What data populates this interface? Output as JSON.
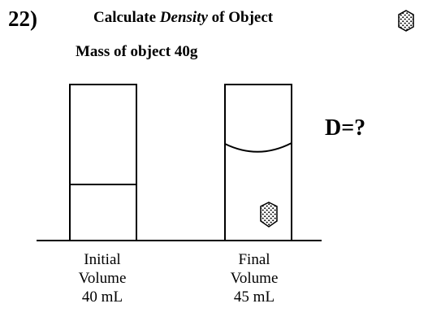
{
  "question": {
    "number": "22)",
    "title_prefix": "Calculate",
    "title_emphasis": "Density",
    "title_suffix": "of Object",
    "mass_label": "Mass of  object 40g",
    "unknown": "D=?"
  },
  "cylinders": [
    {
      "caption_line1": "Initial",
      "caption_line2": "Volume",
      "caption_line3": "40 mL",
      "volume_ml": 40,
      "contains_object": false
    },
    {
      "caption_line1": "Final",
      "caption_line2": "Volume",
      "caption_line3": "45 mL",
      "volume_ml": 45,
      "contains_object": true
    }
  ],
  "icons": {
    "object": "speckled-hexagon-icon"
  },
  "colors": {
    "ink": "#000000",
    "background": "#ffffff"
  }
}
